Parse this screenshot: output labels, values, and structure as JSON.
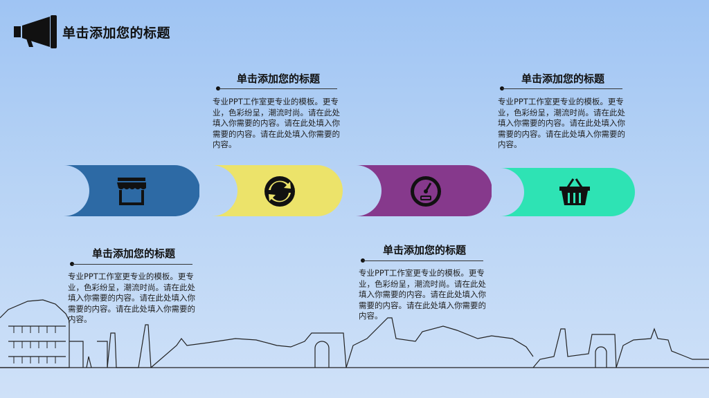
{
  "slide": {
    "title": "单击添加您的标题"
  },
  "colors": {
    "blue": "#2d6aa5",
    "yellow": "#ece36a",
    "purple": "#86398c",
    "teal": "#2ee3b4"
  },
  "steps": [
    {
      "title": "单击添加您的标题",
      "body": "专业PPT工作室更专业的模板。更专业，色彩纷呈，潮流时尚。请在此处填入你需要的内容。请在此处填入你需要的内容。请在此处填入你需要的内容。",
      "icon": "store-icon"
    },
    {
      "title": "单击添加您的标题",
      "body": "专业PPT工作室更专业的模板。更专业，色彩纷呈，潮流时尚。请在此处填入你需要的内容。请在此处填入你需要的内容。请在此处填入你需要的内容。",
      "icon": "refresh-icon"
    },
    {
      "title": "单击添加您的标题",
      "body": "专业PPT工作室更专业的模板。更专业，色彩纷呈，潮流时尚。请在此处填入你需要的内容。请在此处填入你需要的内容。请在此处填入你需要的内容。",
      "icon": "speedometer-icon"
    },
    {
      "title": "单击添加您的标题",
      "body": "专业PPT工作室更专业的模板。更专业，色彩纷呈，潮流时尚。请在此处填入你需要的内容。请在此处填入你需要的内容。请在此处填入你需要的内容。",
      "icon": "basket-icon"
    }
  ]
}
